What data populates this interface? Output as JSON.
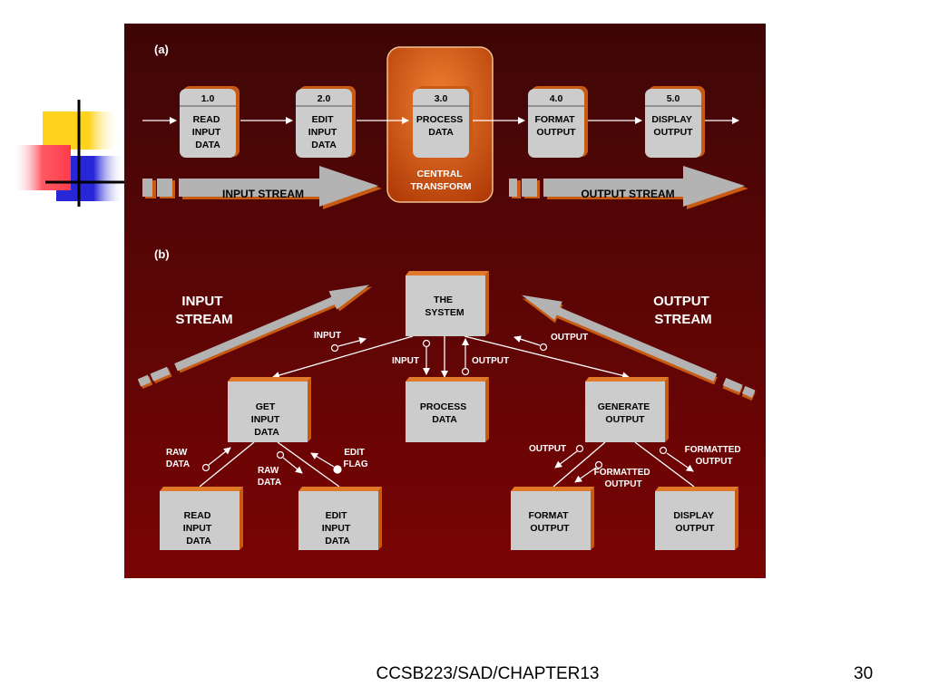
{
  "colors": {
    "panel_top": "#3e0606",
    "panel_bottom": "#7a0404",
    "box_face": "#cccccc",
    "box_side": "#c85a12",
    "arrow_gray": "#b3b3b3",
    "highlight": "#d45a14",
    "logo_yellow": "#ffd21e",
    "logo_blue": "#2727d8",
    "logo_red": "#ff3b4a"
  },
  "panel_a": {
    "label": "(a)",
    "processes": [
      {
        "number": "1.0",
        "name": [
          "READ",
          "INPUT",
          "DATA"
        ]
      },
      {
        "number": "2.0",
        "name": [
          "EDIT",
          "INPUT",
          "DATA"
        ]
      },
      {
        "number": "3.0",
        "name": [
          "PROCESS",
          "DATA"
        ]
      },
      {
        "number": "4.0",
        "name": [
          "FORMAT",
          "OUTPUT"
        ]
      },
      {
        "number": "5.0",
        "name": [
          "DISPLAY",
          "OUTPUT"
        ]
      }
    ],
    "central_transform": [
      "CENTRAL",
      "TRANSFORM"
    ],
    "input_stream": "INPUT STREAM",
    "output_stream": "OUTPUT STREAM"
  },
  "panel_b": {
    "label": "(b)",
    "input_stream": [
      "INPUT",
      "STREAM"
    ],
    "output_stream": [
      "OUTPUT",
      "STREAM"
    ],
    "modules": {
      "system": [
        "THE",
        "SYSTEM"
      ],
      "get_input": [
        "GET",
        "INPUT",
        "DATA"
      ],
      "process": [
        "PROCESS",
        "DATA"
      ],
      "generate_output": [
        "GENERATE",
        "OUTPUT"
      ],
      "read_input": [
        "READ",
        "INPUT",
        "DATA"
      ],
      "edit_input": [
        "EDIT",
        "INPUT",
        "DATA"
      ],
      "format_output": [
        "FORMAT",
        "OUTPUT"
      ],
      "display_output": [
        "DISPLAY",
        "OUTPUT"
      ]
    },
    "couples": {
      "system_get_input": "INPUT",
      "system_process_input": "INPUT",
      "system_process_output": "OUTPUT",
      "system_generate_output": "OUTPUT",
      "get_read_raw": [
        "RAW",
        "DATA"
      ],
      "get_edit_raw": [
        "RAW",
        "DATA"
      ],
      "edit_flag": [
        "EDIT",
        "FLAG"
      ],
      "gen_format_output": "OUTPUT",
      "gen_format_formatted": [
        "FORMATTED",
        "OUTPUT"
      ],
      "gen_display_formatted": [
        "FORMATTED",
        "OUTPUT"
      ]
    }
  },
  "footer": {
    "course": "CCSB223/SAD/CHAPTER13",
    "page": "30"
  }
}
